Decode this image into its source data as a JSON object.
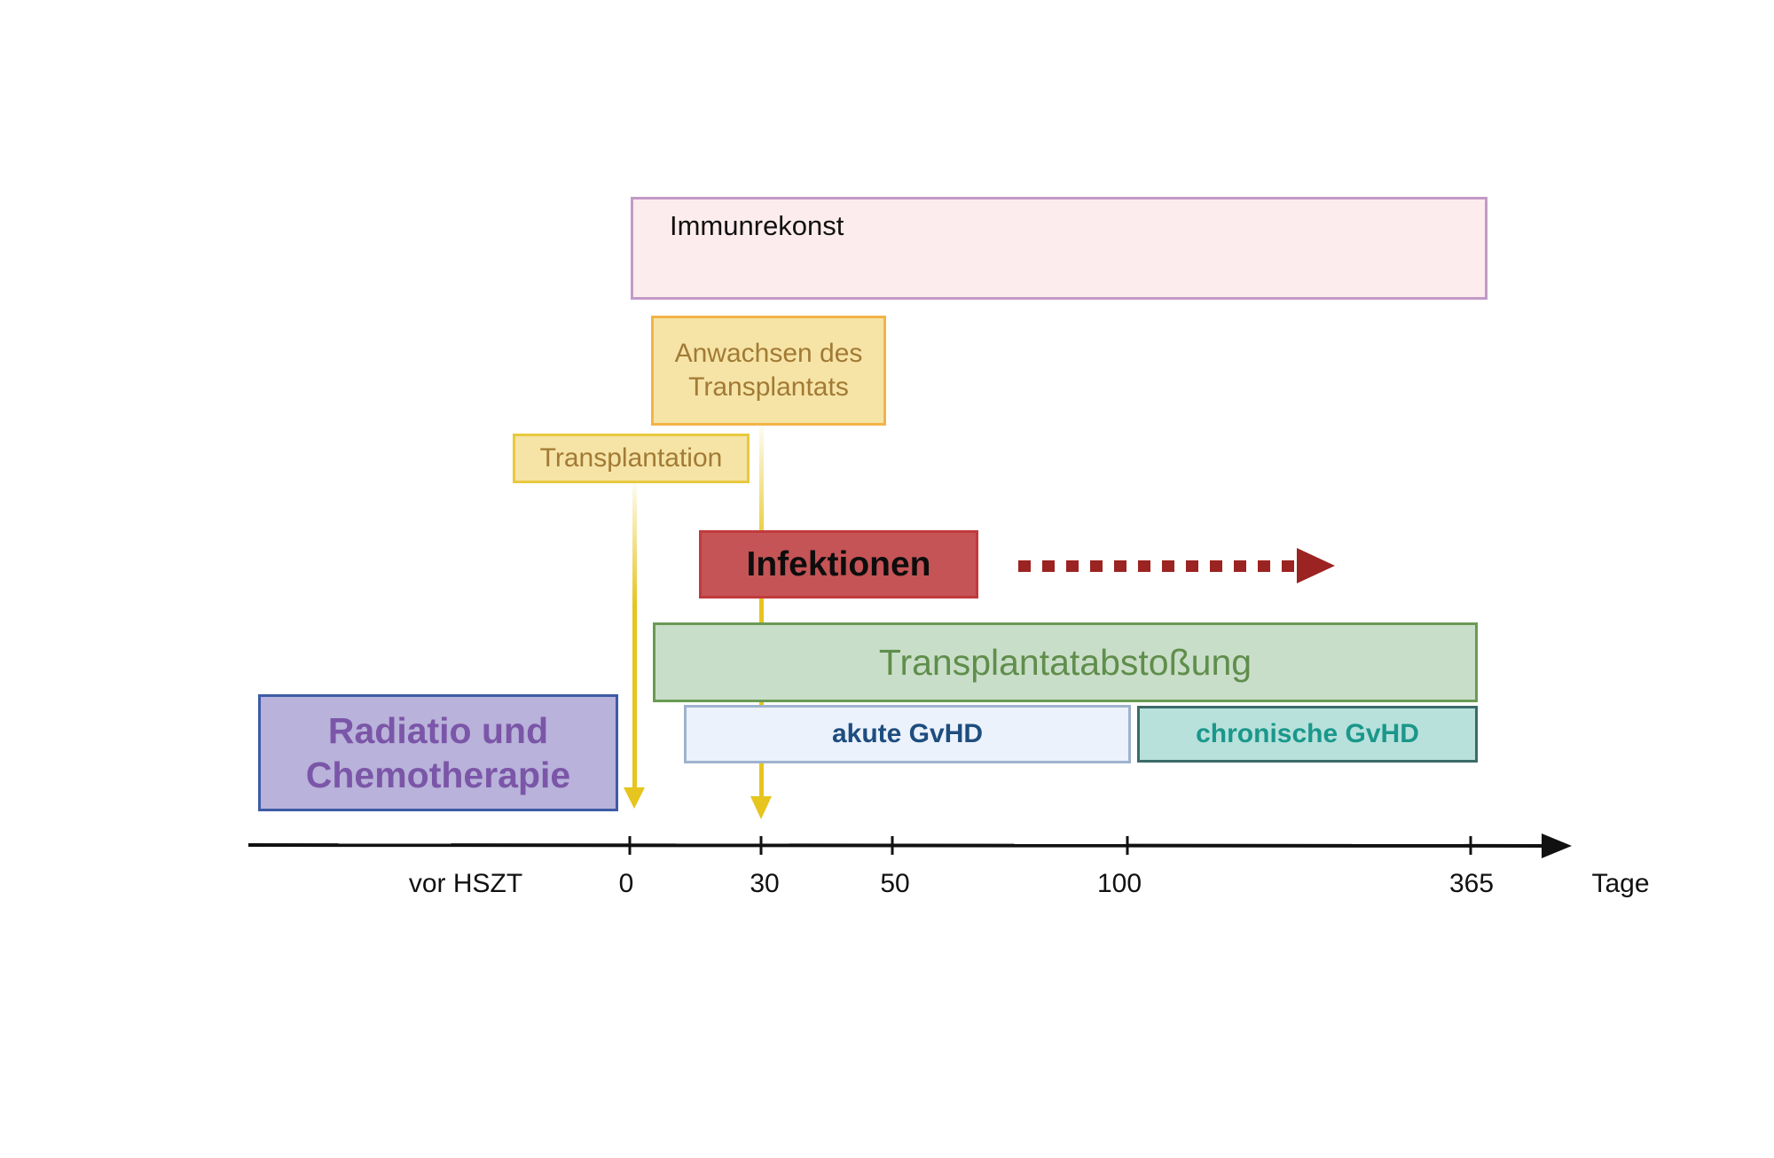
{
  "boxes": {
    "immunrekonst": "Immunrekonst",
    "anwachsen": "Anwachsen des\nTransplantats",
    "transplantation": "Transplantation",
    "infektionen": "Infektionen",
    "abstossung": "Transplantatabstoßung",
    "radiatio": "Radiatio und\nChemotherapie",
    "akute": "akute GvHD",
    "chronische": "chronische GvHD"
  },
  "axis": {
    "ticks": [
      "0",
      "30",
      "50",
      "100",
      "365"
    ],
    "before_label": "vor HSZT",
    "unit_label": "Tage"
  },
  "colors": {
    "immunrekonst": "#fdeced",
    "anwachsen": "#f6e4a6",
    "transplantation": "#f6e4a6",
    "infektionen": "#c55456",
    "abstossung": "#c9dec9",
    "radiatio": "#b9b2da",
    "akute": "#ebf2fb",
    "chronische": "#b8e1dc",
    "marker_arrows": "#e6c51e",
    "infection_arrow": "#9b2321",
    "axis": "#111111"
  }
}
